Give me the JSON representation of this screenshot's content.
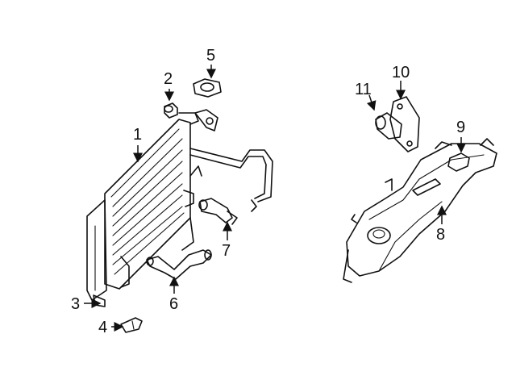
{
  "callouts": [
    "1",
    "2",
    "3",
    "4",
    "5",
    "6",
    "7",
    "8",
    "9",
    "10",
    "11"
  ]
}
